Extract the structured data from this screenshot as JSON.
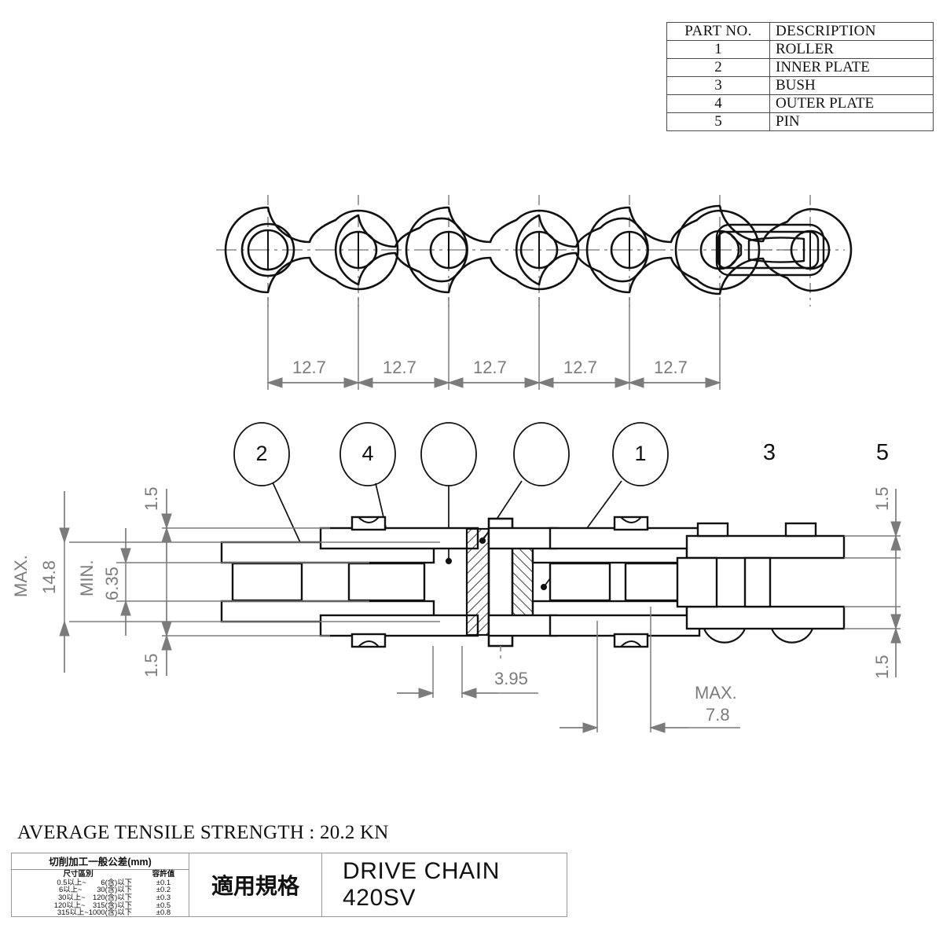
{
  "parts_table": {
    "headers": [
      "PART NO.",
      "DESCRIPTION"
    ],
    "rows": [
      {
        "no": "1",
        "desc": "ROLLER"
      },
      {
        "no": "2",
        "desc": "INNER PLATE"
      },
      {
        "no": "3",
        "desc": "BUSH"
      },
      {
        "no": "4",
        "desc": "OUTER PLATE"
      },
      {
        "no": "5",
        "desc": "PIN"
      }
    ]
  },
  "pitch_dimensions": [
    "12.7",
    "12.7",
    "12.7",
    "12.7",
    "12.7"
  ],
  "balloons": [
    {
      "label": "2"
    },
    {
      "label": "4"
    },
    {
      "label": ""
    },
    {
      "label": ""
    },
    {
      "label": "1"
    }
  ],
  "plain_callouts": [
    {
      "label": "3"
    },
    {
      "label": "5"
    }
  ],
  "section_dimensions": {
    "max_height_prefix": "MAX.",
    "max_height_value": "14.8",
    "min_height_prefix": "MIN.",
    "min_height_value": "6.35",
    "left_top_gap": "1.5",
    "left_bottom_gap": "1.5",
    "right_top_gap": "1.5",
    "right_bottom_gap": "1.5",
    "pin_width": "3.95",
    "roller_width_prefix": "MAX.",
    "roller_width_value": "7.8"
  },
  "tensile_strength": "AVERAGE TENSILE STRENGTH : 20.2 KN",
  "title_block": {
    "tolerance_title": "切削加工一般公差(mm)",
    "tolerance_headers": [
      "尺寸區別",
      "容許值"
    ],
    "tolerance_rows": [
      {
        "range": "0.5以上~　　6(含)以下",
        "value": "±0.1"
      },
      {
        "range": "6以上~　　30(含)以下",
        "value": "±0.2"
      },
      {
        "range": "30以上~　120(含)以下",
        "value": "±0.3"
      },
      {
        "range": "120以上~　315(含)以下",
        "value": "±0.5"
      },
      {
        "range": "315以上~1000(含)以下",
        "value": "±0.8"
      }
    ],
    "spec_label": "適用規格",
    "drawing_name": "DRIVE CHAIN 420SV"
  },
  "colors": {
    "line": "#111111",
    "dimension": "#7b7b7b",
    "table_border": "#4a4a4a"
  }
}
